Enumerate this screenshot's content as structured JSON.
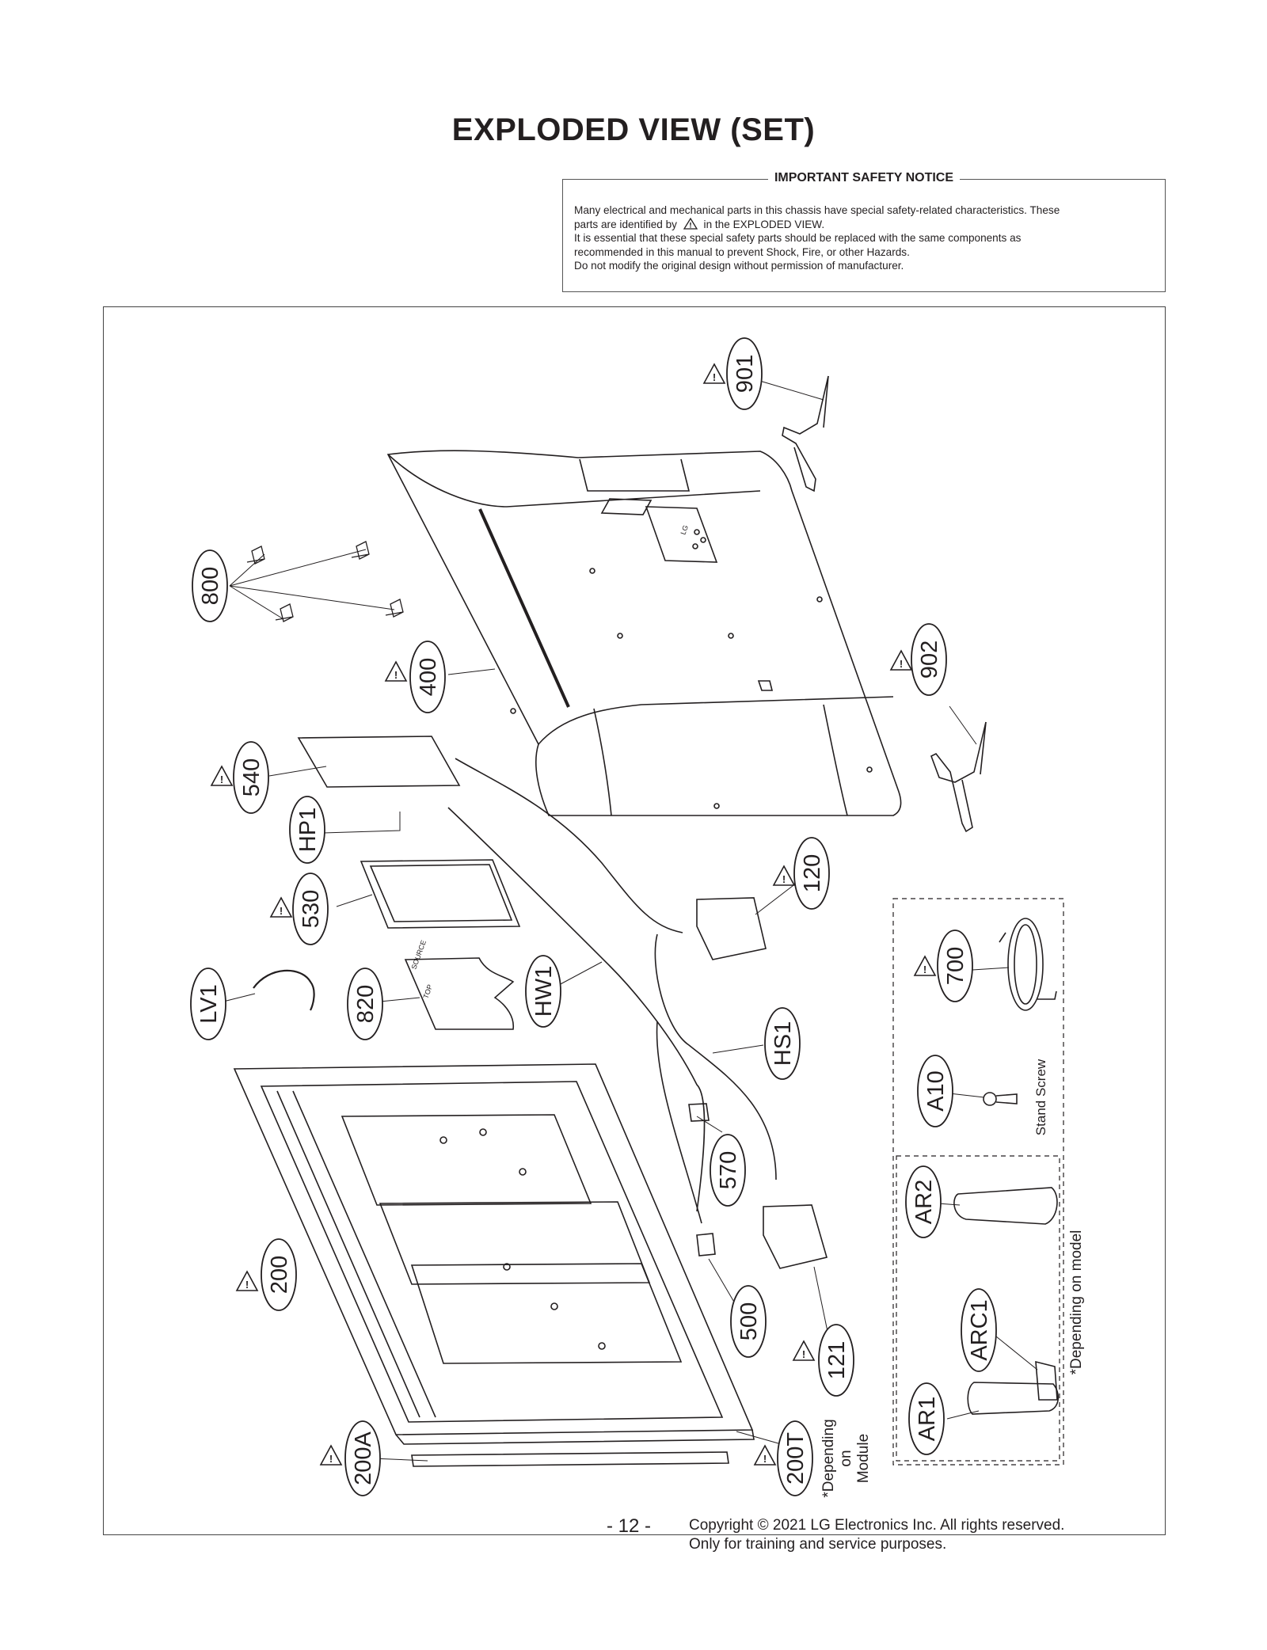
{
  "page": {
    "title": "EXPLODED VIEW (SET)",
    "page_number": "- 12 -",
    "copyright_line1": "Copyright © 2021 LG Electronics Inc. All rights reserved.",
    "copyright_line2": "Only for training and service purposes."
  },
  "notice": {
    "title": "IMPORTANT SAFETY NOTICE",
    "line1": "Many electrical and mechanical parts in this chassis have special safety-related characteristics. These",
    "line2a": "parts are identified by",
    "line2b": "in the EXPLODED VIEW.",
    "line3": "It is essential that these special safety parts should be replaced with the same components as",
    "line4": "recommended in this manual to prevent Shock, Fire, or other Hazards.",
    "line5": "Do not modify the original design without permission of manufacturer."
  },
  "labels": {
    "p901": "901",
    "p902": "902",
    "p800": "800",
    "p400": "400",
    "p540": "540",
    "hp1": "HP1",
    "p530": "530",
    "p120": "120",
    "lv1": "LV1",
    "p820": "820",
    "hw1": "HW1",
    "hs1": "HS1",
    "p700": "700",
    "a10": "A10",
    "stand_screw": "Stand Screw",
    "p570": "570",
    "ar2": "AR2",
    "p200": "200",
    "p500": "500",
    "p121": "121",
    "arc1": "ARC1",
    "ar1": "AR1",
    "dep_model": "*Depending on model",
    "p200a": "200A",
    "p200t": "200T",
    "dep_module_1": "*Depending",
    "dep_module_2": "on",
    "dep_module_3": "Module"
  },
  "panel_marks": {
    "b1": "SOURCE",
    "b2": "TOP",
    "b3": "LG"
  }
}
